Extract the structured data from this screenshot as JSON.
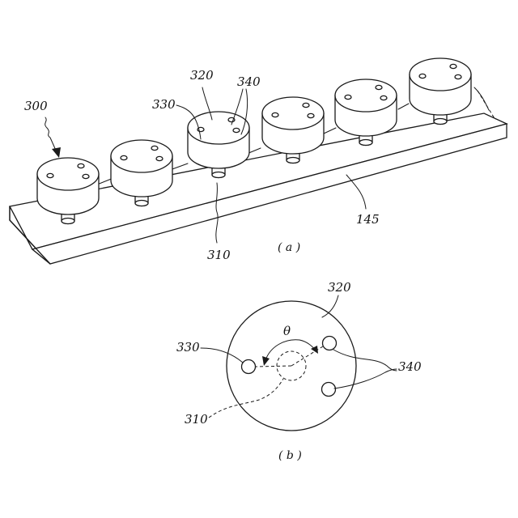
{
  "diagram_a": {
    "labels": {
      "assembly": "300",
      "top_surface": "320",
      "holes": "340",
      "reference_hole": "330",
      "shaft": "310",
      "bar": "145"
    },
    "caption": "( a )",
    "disk_count": 6
  },
  "diagram_b": {
    "labels": {
      "top_surface": "320",
      "angle": "θ",
      "reference_hole": "330",
      "holes": "340",
      "shaft": "310"
    },
    "caption": "( b )"
  }
}
